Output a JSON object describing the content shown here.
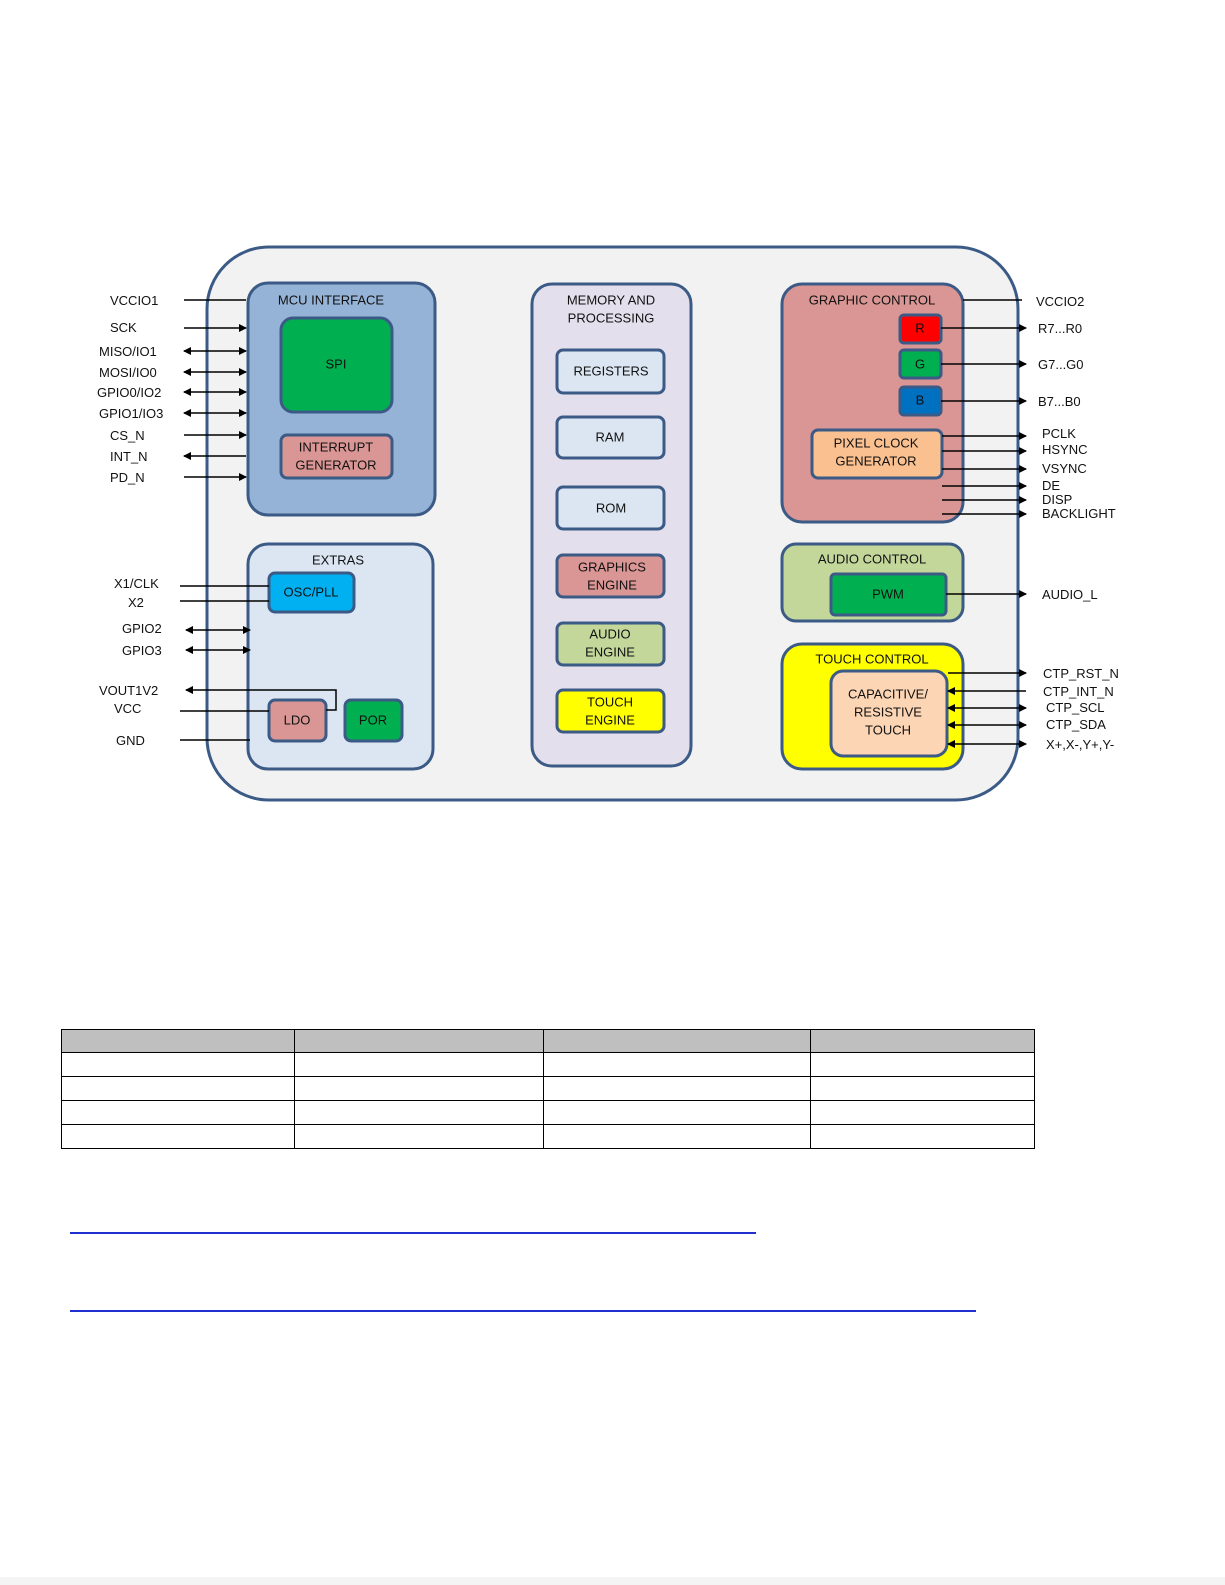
{
  "blocks": {
    "mcu_interface": {
      "title": "MCU INTERFACE",
      "spi": "SPI",
      "interrupt": [
        "INTERRUPT",
        "GENERATOR"
      ]
    },
    "extras": {
      "title": "EXTRAS",
      "osc": "OSC/PLL",
      "ldo": "LDO",
      "por": "POR"
    },
    "memory": {
      "title": [
        "MEMORY AND",
        "PROCESSING"
      ],
      "registers": "REGISTERS",
      "ram": "RAM",
      "rom": "ROM",
      "graphics": [
        "GRAPHICS",
        "ENGINE"
      ],
      "audio": [
        "AUDIO",
        "ENGINE"
      ],
      "touch": [
        "TOUCH",
        "ENGINE"
      ]
    },
    "graphic_control": {
      "title": "GRAPHIC CONTROL",
      "r": "R",
      "g": "G",
      "b": "B",
      "pixel_clock": [
        "PIXEL CLOCK",
        "GENERATOR"
      ]
    },
    "audio_control": {
      "title": "AUDIO CONTROL",
      "pwm": "PWM"
    },
    "touch_control": {
      "title": "TOUCH CONTROL",
      "touch": [
        "CAPACITIVE/",
        "RESISTIVE",
        "TOUCH"
      ]
    }
  },
  "pins_left": {
    "vccio1": "VCCIO1",
    "sck": "SCK",
    "miso": "MISO/IO1",
    "mosi": "MOSI/IO0",
    "gpio0": "GPIO0/IO2",
    "gpio1": "GPIO1/IO3",
    "cs": "CS_N",
    "int": "INT_N",
    "pd": "PD_N",
    "x1": "X1/CLK",
    "x2": "X2",
    "gpio2": "GPIO2",
    "gpio3": "GPIO3",
    "vout": "VOUT1V2",
    "vcc": "VCC",
    "gnd": "GND"
  },
  "pins_right": {
    "vccio2": "VCCIO2",
    "r": "R7...R0",
    "g": "G7...G0",
    "b": "B7...B0",
    "pclk": "PCLK",
    "hsync": "HSYNC",
    "vsync": "VSYNC",
    "de": "DE",
    "disp": "DISP",
    "backlight": "BACKLIGHT",
    "audio": "AUDIO_L",
    "ctp_rst": "CTP_RST_N",
    "ctp_int": "CTP_INT_N",
    "ctp_scl": "CTP_SCL",
    "ctp_sda": "CTP_SDA",
    "xy": "X+,X-,Y+,Y-"
  },
  "colors": {
    "outline": "#3b5b86",
    "chip_bg": "#f2f2f2",
    "mcu": "#95b3d7",
    "extras": "#dce6f2",
    "memory": "#e4dfec",
    "graphic": "#d99694",
    "audio_ctrl": "#c4d79b",
    "touch_ctrl": "#ffff00",
    "green": "#00b050",
    "light_blue_box": "#dce6f2",
    "pink_box": "#d99694",
    "osc": "#00b0f0",
    "orange_box": "#fac090",
    "touch_box": "#fcd5b4",
    "red": "#ff0000",
    "blue": "#0070c0",
    "link_rule": "#1f2fd0"
  }
}
